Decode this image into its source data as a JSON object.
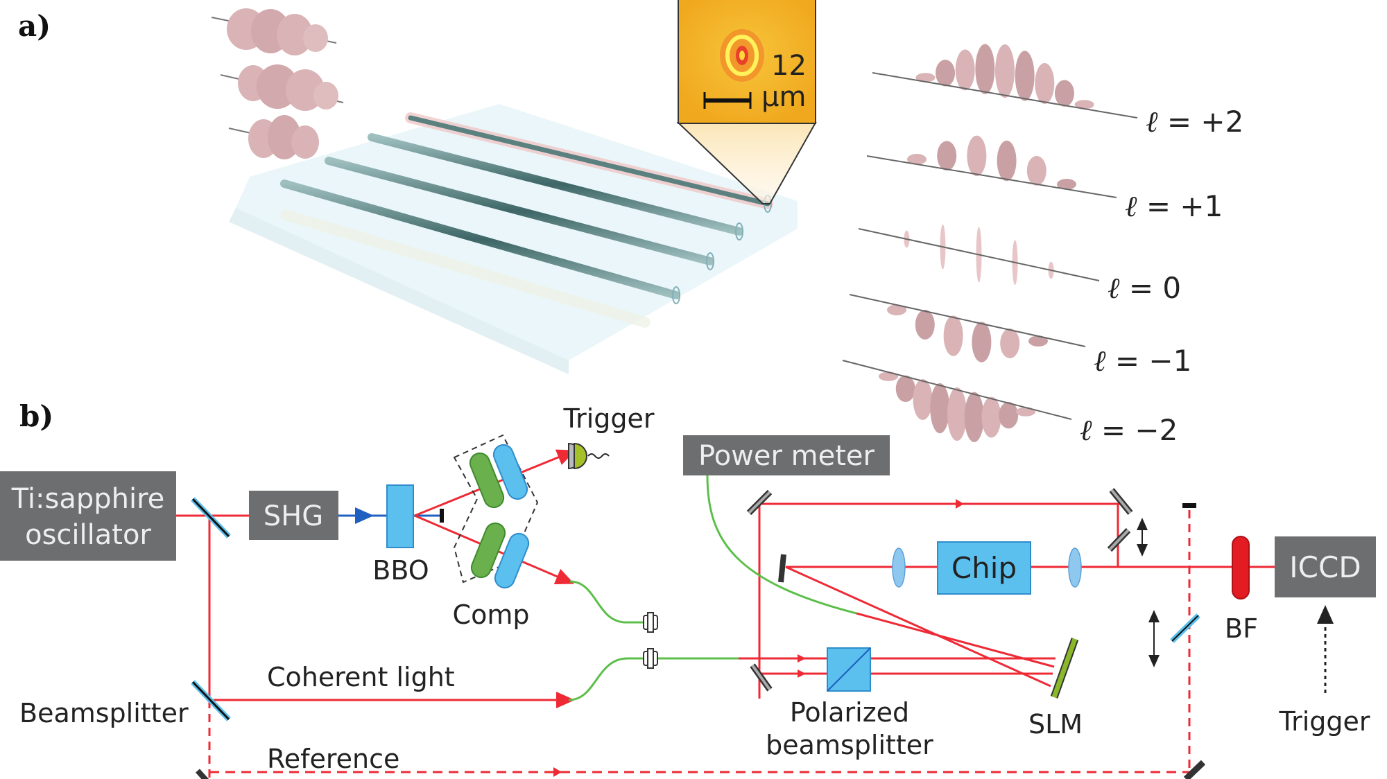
{
  "figure": {
    "panel_a": {
      "label": "a)",
      "inset": {
        "scale_value": "12",
        "scale_unit": "μm"
      },
      "modes": [
        {
          "ell_symbol": "ℓ",
          "text": " = +2"
        },
        {
          "ell_symbol": "ℓ",
          "text": " = +1"
        },
        {
          "ell_symbol": "ℓ",
          "text": " = 0"
        },
        {
          "ell_symbol": "ℓ",
          "text": " = −1"
        },
        {
          "ell_symbol": "ℓ",
          "text": " = −2"
        }
      ]
    },
    "panel_b": {
      "label": "b)",
      "boxes": {
        "oscillator_line1": "Ti:sapphire",
        "oscillator_line2": "oscillator",
        "shg": "SHG",
        "power_meter": "Power meter",
        "chip": "Chip",
        "iccd": "ICCD"
      },
      "labels": {
        "bbo": "BBO",
        "comp": "Comp",
        "trigger_top": "Trigger",
        "trigger_right": "Trigger",
        "coherent_light": "Coherent light",
        "beamsplitter": "Beamsplitter",
        "reference": "Reference",
        "pbs_line1": "Polarized",
        "pbs_line2": "beamsplitter",
        "slm": "SLM",
        "bf": "BF"
      }
    },
    "colors": {
      "beam_red": "#ee2a35",
      "beam_blue": "#1f5fbf",
      "fiber_green": "#5cbf4a",
      "box_gray": "#6d6e70",
      "optic_blue": "#5bc0ee",
      "comp_green": "#6ab04c",
      "inset_yellow": "#f5b82a",
      "pulse_pink": "#d9b3b5",
      "slm_green": "#8bb82a"
    }
  }
}
